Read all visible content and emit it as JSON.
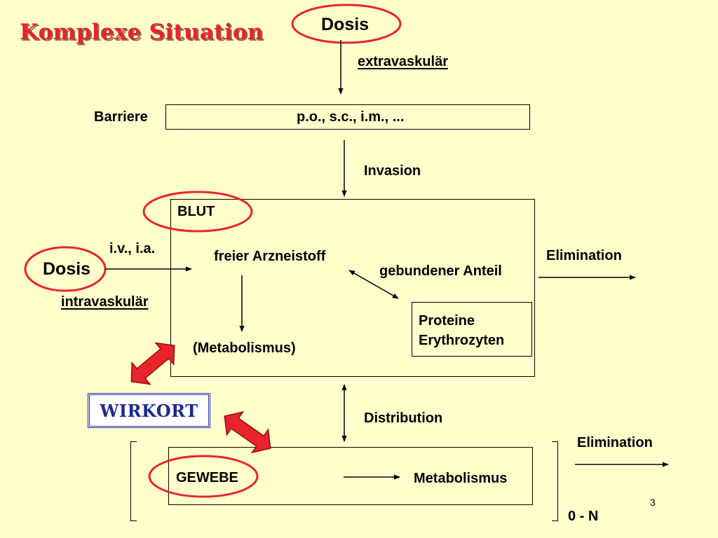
{
  "title": "Komplexe Situation",
  "page_number": "3",
  "labels": {
    "dosis_top": "Dosis",
    "extravaskular": "extravaskulär",
    "barriere": "Barriere",
    "barrier_routes": "p.o., s.c., i.m., ...",
    "invasion": "Invasion",
    "blut": "BLUT",
    "iv_ia": "i.v., i.a.",
    "dosis_left": "Dosis",
    "intravaskular": "intravaskulär",
    "freier_arzneistoff": "freier Arzneistoff",
    "gebundener_anteil": "gebundener Anteil",
    "elimination_blood": "Elimination",
    "proteine": "Proteine",
    "erythrozyten": "Erythrozyten",
    "metabolismus_blood": "(Metabolismus)",
    "wirkort": "WIRKORT",
    "distribution": "Distribution",
    "elimination_tissue": "Elimination",
    "gewebe": "GEWEBE",
    "metabolismus_tissue": "Metabolismus",
    "compartments": "0 - N"
  },
  "colors": {
    "background": "#ffffcc",
    "title": "#e8242a",
    "highlight_ellipse": "#e8242a",
    "double_arrow_fill": "#e8242a",
    "wirkort_text": "#1c2a8c"
  }
}
